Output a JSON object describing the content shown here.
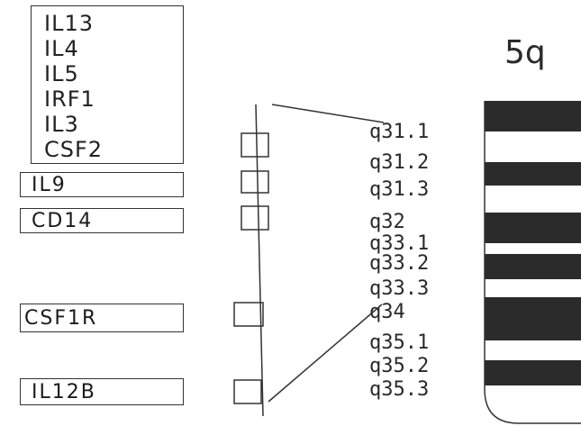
{
  "title": "5q",
  "gene_cluster": [
    "IL13",
    "IL4",
    "IL5",
    "IRF1",
    "IL3",
    "CSF2"
  ],
  "genes": [
    "IL9",
    "CD14",
    "CSF1R",
    "IL12B"
  ],
  "bands": [
    {
      "label": "q31.1",
      "stain": "light"
    },
    {
      "label": "q31.2",
      "stain": "dark"
    },
    {
      "label": "q31.3",
      "stain": "light"
    },
    {
      "label": "q32",
      "stain": "dark"
    },
    {
      "label": "q33.1",
      "stain": "light"
    },
    {
      "label": "q33.2",
      "stain": "dark"
    },
    {
      "label": "q33.3",
      "stain": "light"
    },
    {
      "label": "q34",
      "stain": "dark"
    },
    {
      "label": "q35.1",
      "stain": "light"
    },
    {
      "label": "q35.2",
      "stain": "dark"
    },
    {
      "label": "q35.3",
      "stain": "light"
    }
  ],
  "colors": {
    "dark_band": "#2b2b2b",
    "light_band": "#ffffff",
    "line": "#333333"
  }
}
